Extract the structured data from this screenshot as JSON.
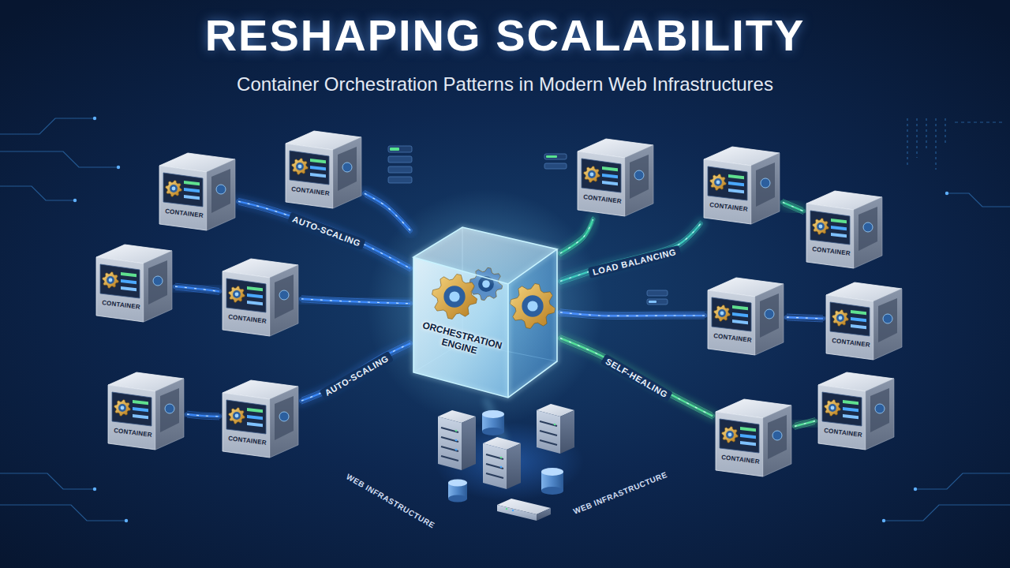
{
  "diagram": {
    "title": "RESHAPING SCALABILITY",
    "caption": "Container Orchestration Patterns in Modern Web Infrastructures",
    "nodes": [
      {
        "text": [
          "ORCHESTRATION ENGINE"
        ]
      },
      {
        "text": [
          "CONTAINER"
        ]
      },
      {
        "text": [
          "CONTAINER"
        ]
      },
      {
        "text": [
          "CONTAINER"
        ]
      },
      {
        "text": [
          "CONTAINER"
        ]
      },
      {
        "text": [
          "CONTAINER"
        ]
      },
      {
        "text": [
          "CONTAINER"
        ]
      },
      {
        "text": [
          "CONTAINER"
        ]
      },
      {
        "text": [
          "CONTAINER"
        ]
      },
      {
        "text": [
          "CONTAINER"
        ]
      },
      {
        "text": [
          "CONTAINER"
        ]
      },
      {
        "text": [
          "CONTAINER"
        ]
      },
      {
        "text": [
          "CONTAINER"
        ]
      },
      {
        "text": [
          "CONTAINER"
        ]
      }
    ],
    "edges": [
      {
        "from": 1,
        "to": 0,
        "label": "AUTO-SCALING",
        "arrow": "none"
      },
      {
        "from": 2,
        "to": 0,
        "arrow": "none"
      },
      {
        "from": 3,
        "to": 4,
        "arrow": "none"
      },
      {
        "from": 4,
        "to": 0,
        "arrow": "none"
      },
      {
        "from": 5,
        "to": 6,
        "arrow": "none"
      },
      {
        "from": 6,
        "to": 0,
        "label": "AUTO-SCALING",
        "arrow": "none"
      },
      {
        "from": 0,
        "to": 7,
        "arrow": "none"
      },
      {
        "from": 0,
        "to": 8,
        "label": "LOAD BALANCING",
        "arrow": "none"
      },
      {
        "from": 8,
        "to": 9,
        "arrow": "none"
      },
      {
        "from": 0,
        "to": 10,
        "arrow": "none"
      },
      {
        "from": 10,
        "to": 11,
        "arrow": "none"
      },
      {
        "from": 0,
        "to": 12,
        "label": "SELF-HEALING",
        "arrow": "none"
      },
      {
        "from": 12,
        "to": 13,
        "arrow": "none"
      }
    ],
    "labels": [
      "WEB INFRASTRUCTURE",
      "WEB INFRASTRUCTURE"
    ]
  }
}
